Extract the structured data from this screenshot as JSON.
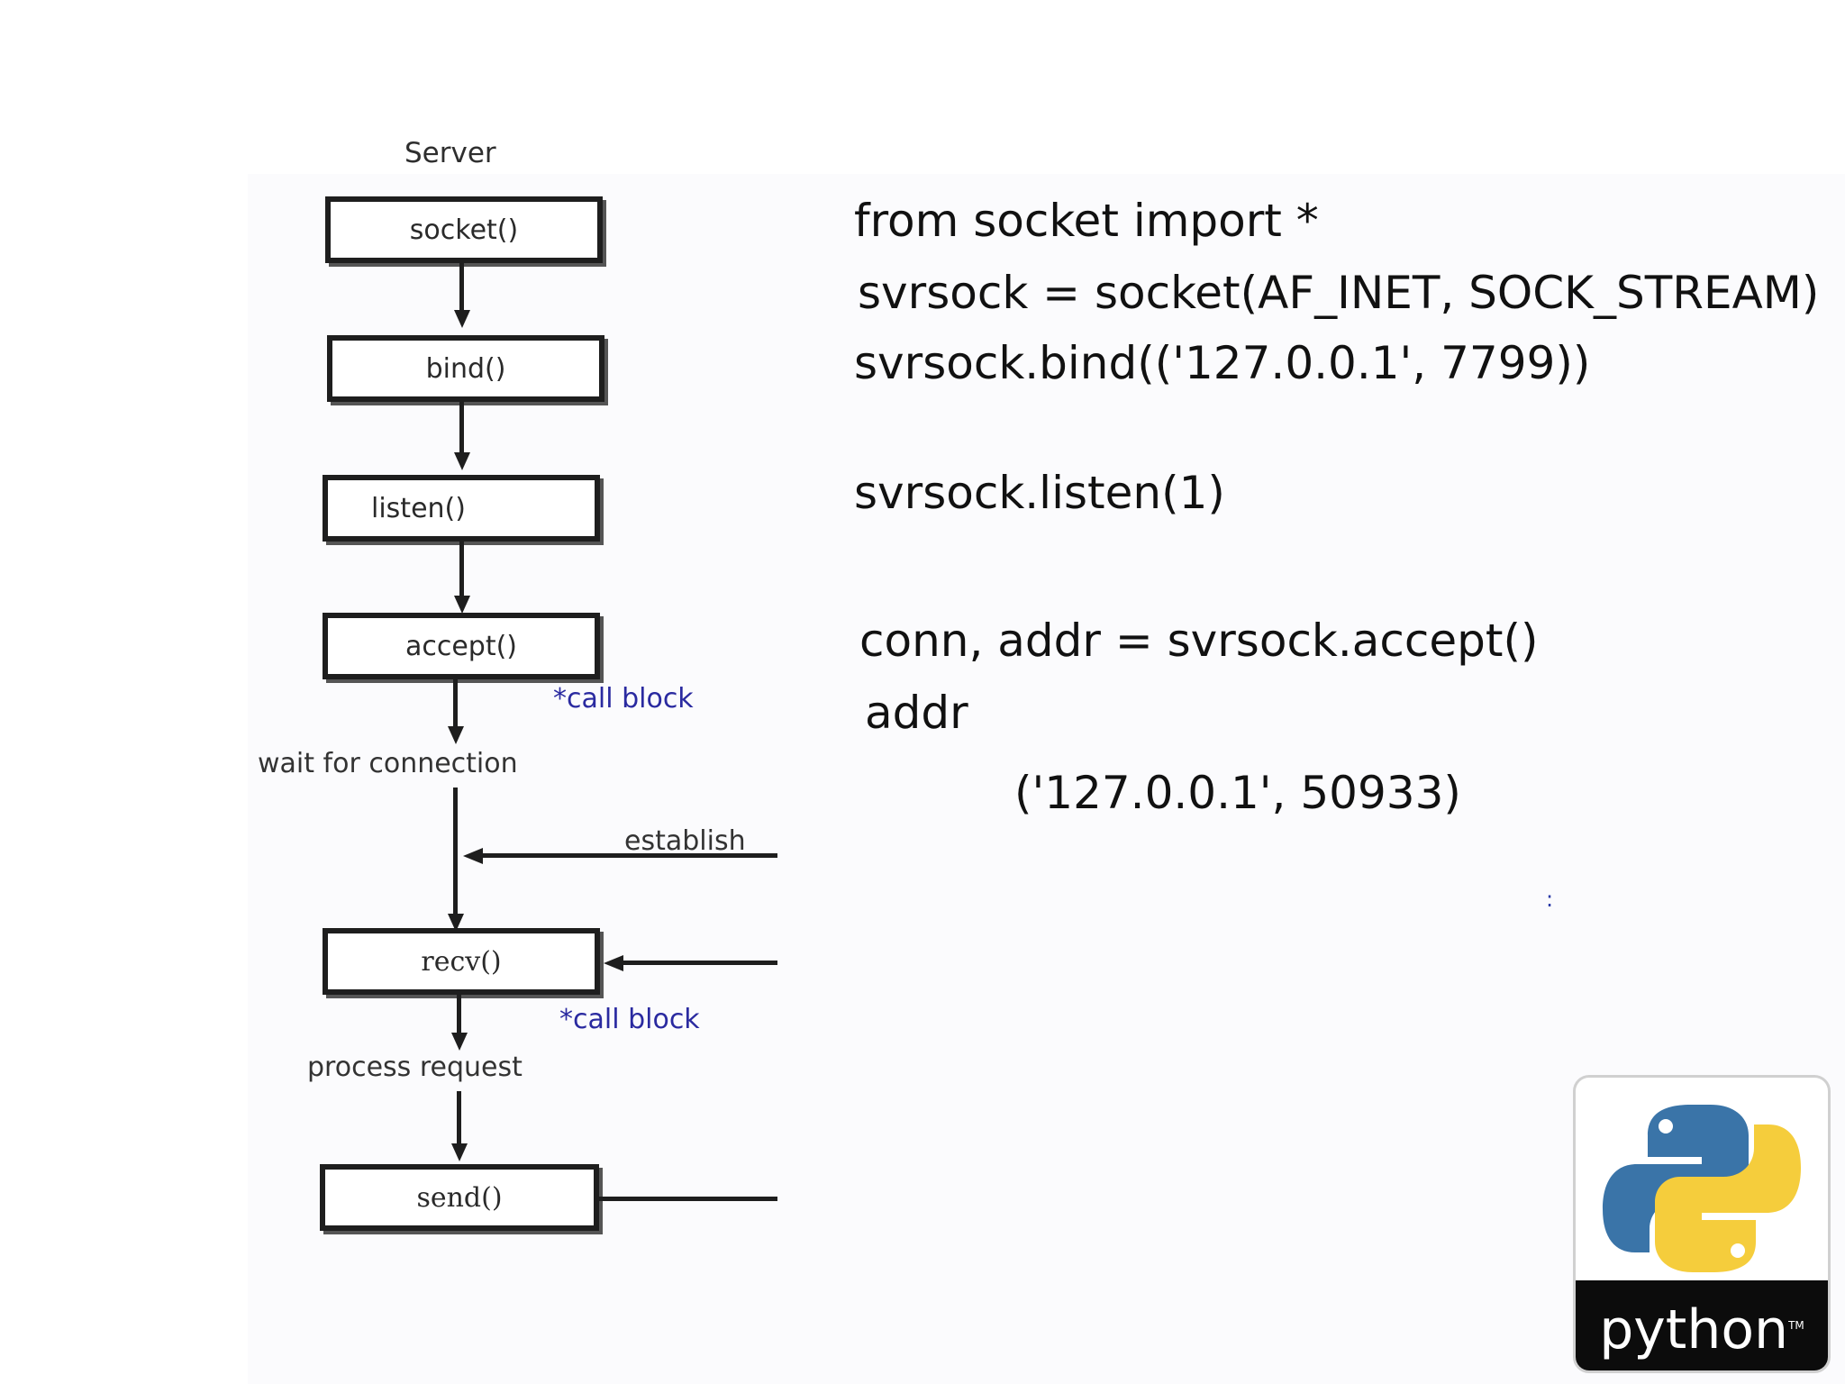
{
  "diagram": {
    "title": "Server",
    "steps": [
      "socket()",
      "bind()",
      "listen()",
      "accept()",
      "recv()",
      "send()"
    ],
    "notes": [
      "*call block",
      "*call block"
    ],
    "labels": {
      "wait": "wait for connection",
      "process": "process request",
      "establish": "establish"
    }
  },
  "code": {
    "line1": "from socket import *",
    "line2": "svrsock = socket(AF_INET, SOCK_STREAM)",
    "line3": "svrsock.bind(('127.0.0.1', 7799))",
    "line4": "svrsock.listen(1)",
    "line5": "conn, addr = svrsock.accept()",
    "line6": "addr",
    "line7": "('127.0.0.1', 50933)"
  },
  "misc": {
    "dots": ":"
  },
  "logo": {
    "wordmark": "python",
    "tm": "TM",
    "colors": {
      "blue": "#3a74a8",
      "yellow": "#f5cd3c"
    }
  }
}
